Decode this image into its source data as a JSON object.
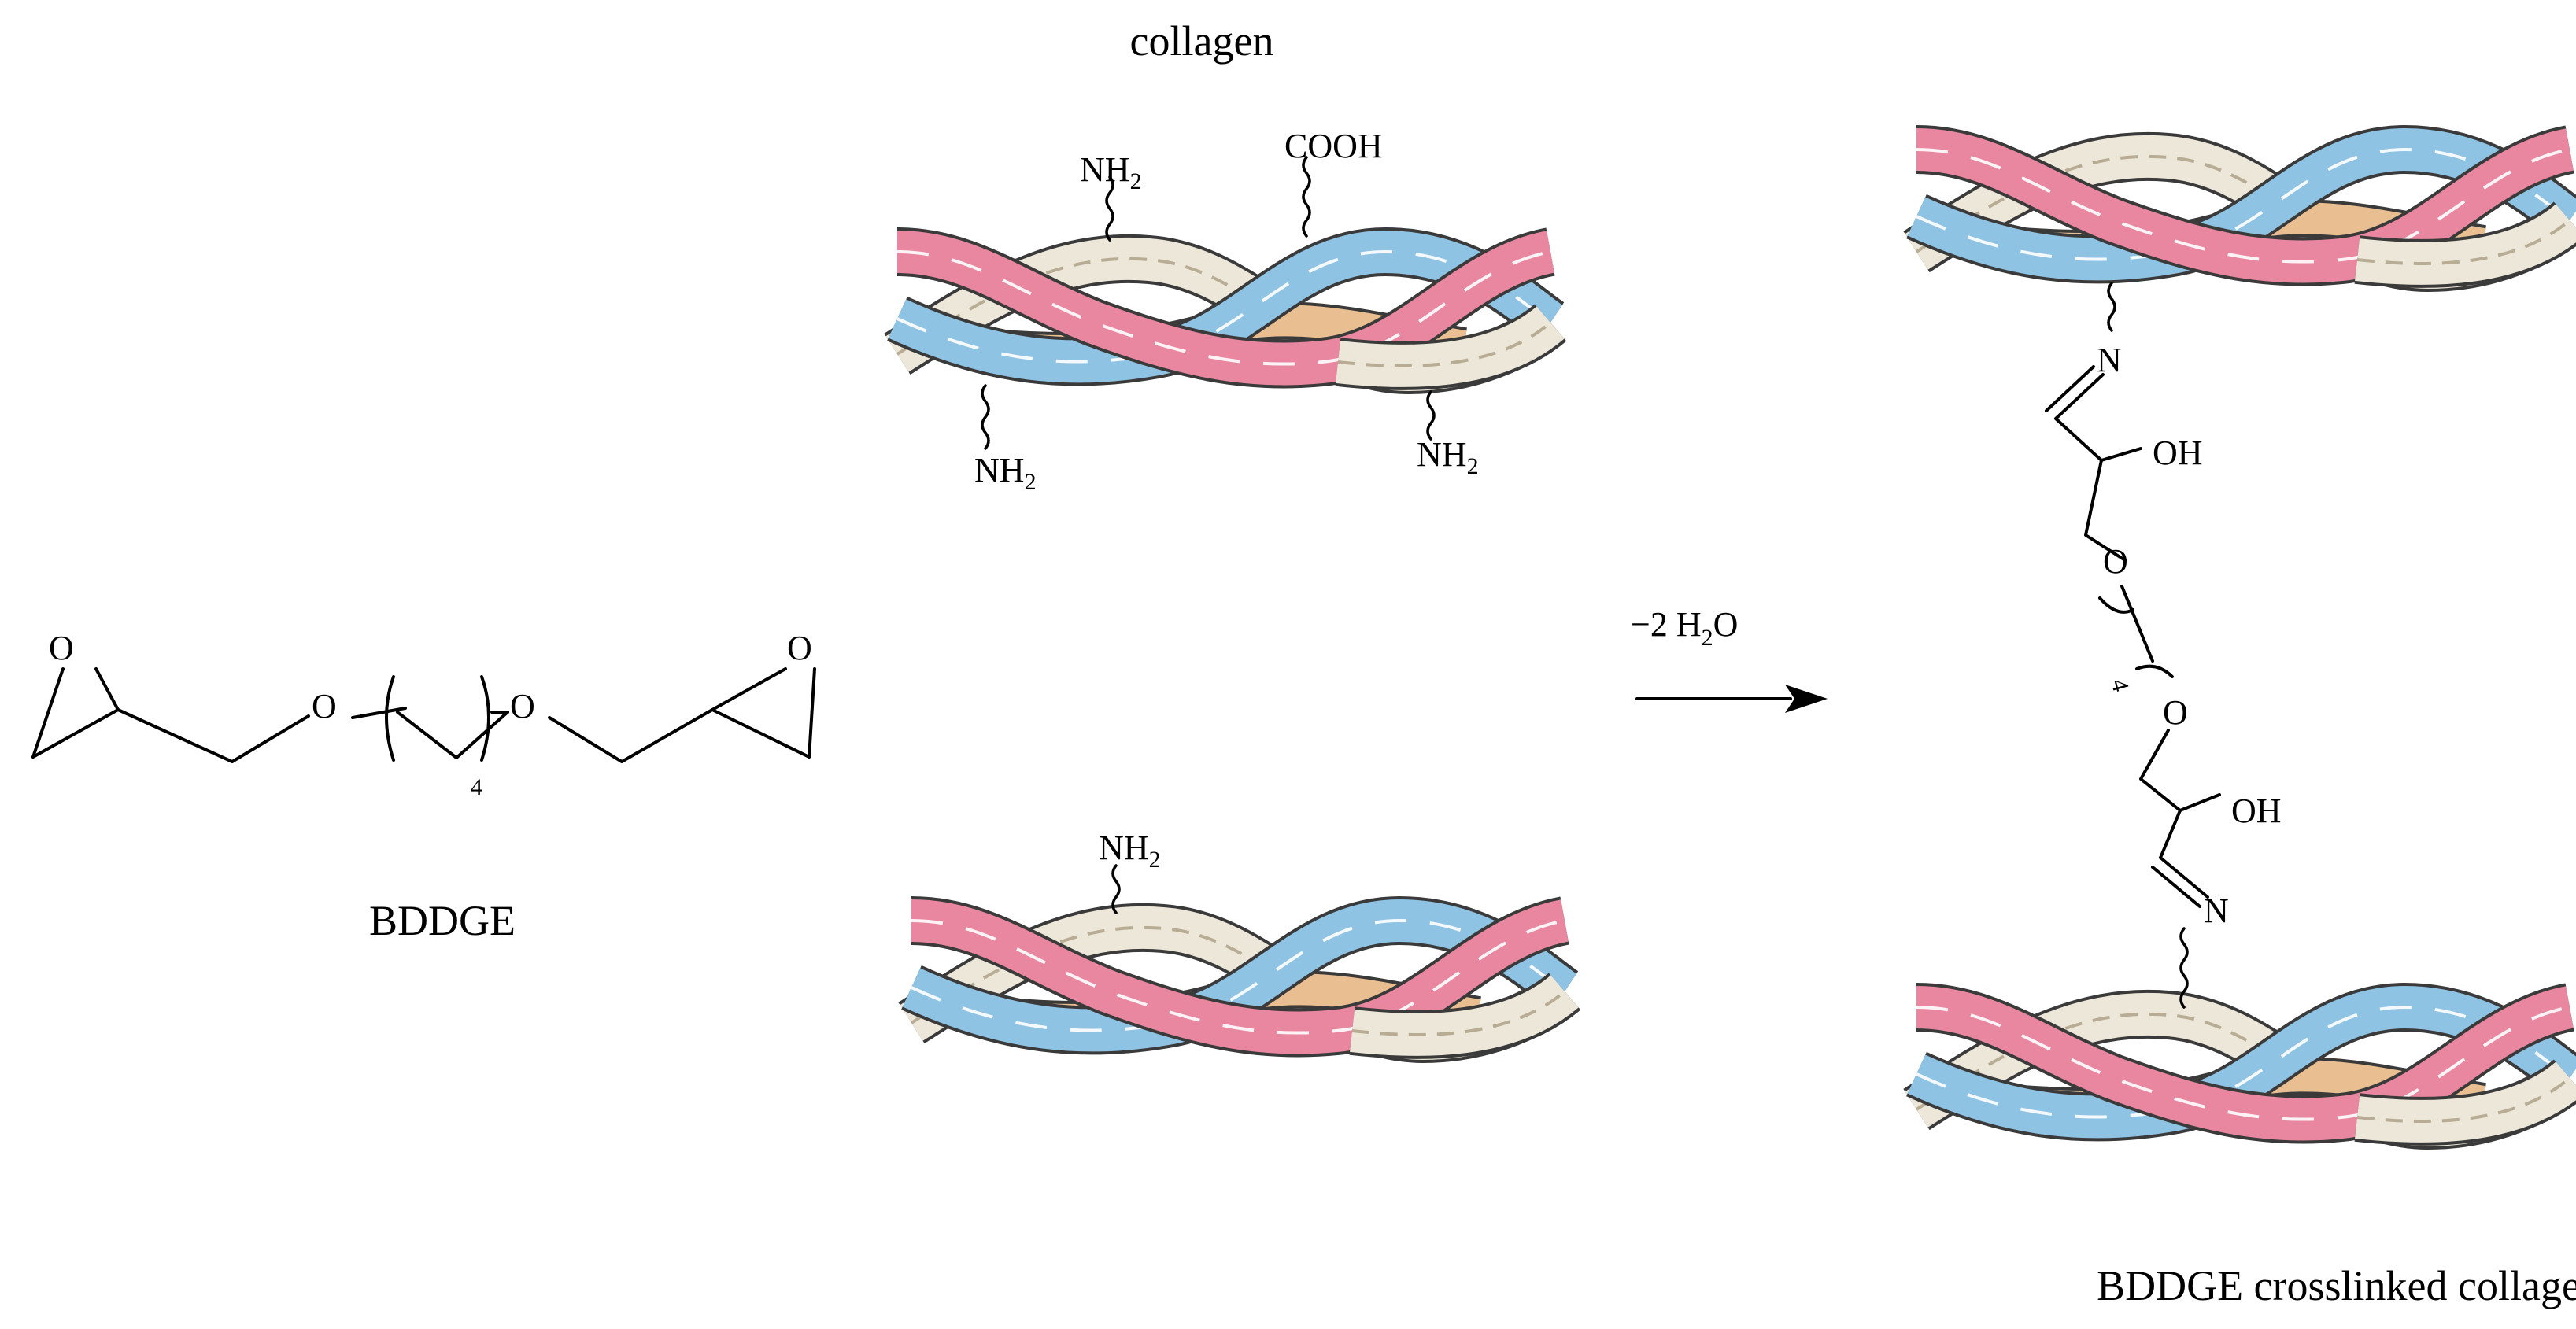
{
  "labels": {
    "collagen": "collagen",
    "bddge": "BDDGE",
    "crosslinked": "BDDGE crosslinked collagen",
    "reaction_condition": "−2 H",
    "reaction_condition_sub": "2",
    "reaction_condition_tail": "O"
  },
  "atoms": {
    "O": "O",
    "N": "N",
    "OH": "OH",
    "NH": "NH",
    "NH_sub": "2",
    "COOH": "COOH",
    "repeat_count": "4"
  },
  "colors": {
    "pink": "#e8879f",
    "blue": "#8fc3e4",
    "cream": "#ece7d8",
    "tan": "#e9bf92",
    "outline": "#3a3a3a"
  }
}
